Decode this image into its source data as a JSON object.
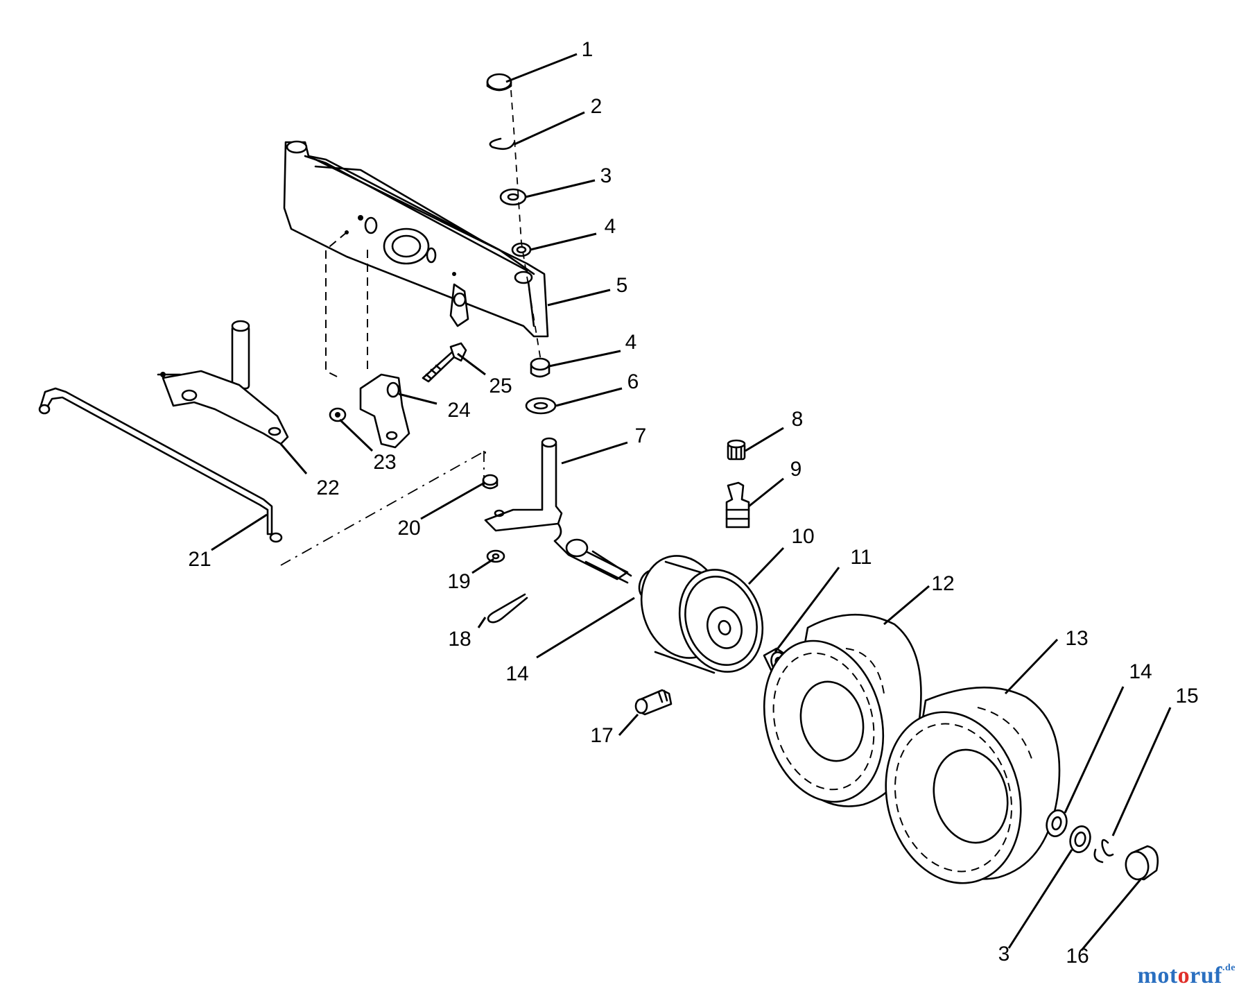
{
  "callouts": [
    {
      "id": "c1",
      "label": "1"
    },
    {
      "id": "c2",
      "label": "2"
    },
    {
      "id": "c3a",
      "label": "3"
    },
    {
      "id": "c4a",
      "label": "4"
    },
    {
      "id": "c5",
      "label": "5"
    },
    {
      "id": "c4b",
      "label": "4"
    },
    {
      "id": "c6",
      "label": "6"
    },
    {
      "id": "c7",
      "label": "7"
    },
    {
      "id": "c8",
      "label": "8"
    },
    {
      "id": "c9",
      "label": "9"
    },
    {
      "id": "c10",
      "label": "10"
    },
    {
      "id": "c11",
      "label": "11"
    },
    {
      "id": "c12",
      "label": "12"
    },
    {
      "id": "c13",
      "label": "13"
    },
    {
      "id": "c14a",
      "label": "14"
    },
    {
      "id": "c14b",
      "label": "14"
    },
    {
      "id": "c15",
      "label": "15"
    },
    {
      "id": "c3b",
      "label": "3"
    },
    {
      "id": "c16",
      "label": "16"
    },
    {
      "id": "c17",
      "label": "17"
    },
    {
      "id": "c18",
      "label": "18"
    },
    {
      "id": "c19",
      "label": "19"
    },
    {
      "id": "c20",
      "label": "20"
    },
    {
      "id": "c21",
      "label": "21"
    },
    {
      "id": "c22",
      "label": "22"
    },
    {
      "id": "c23",
      "label": "23"
    },
    {
      "id": "c24",
      "label": "24"
    },
    {
      "id": "c25",
      "label": "25"
    }
  ],
  "watermark": {
    "part1": "mot",
    "part2": "o",
    "part3": "ruf",
    "tld": ".de"
  }
}
